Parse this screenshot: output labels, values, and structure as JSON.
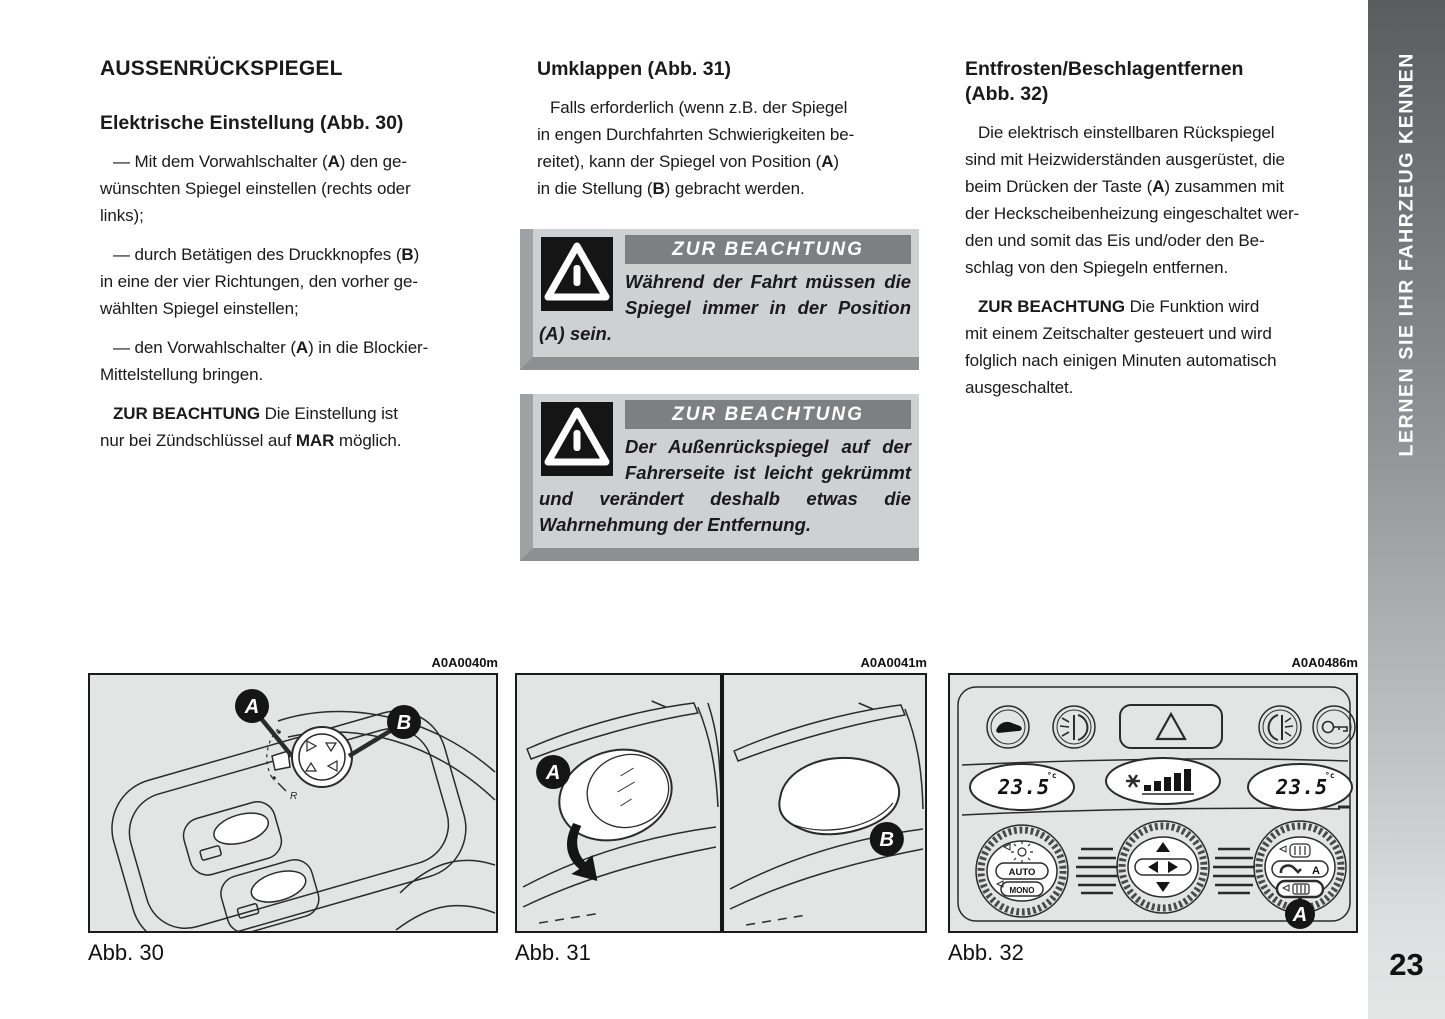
{
  "sidebar": {
    "label": "LERNEN SIE IHR FAHRZEUG KENNEN",
    "page_number": "23"
  },
  "columns": {
    "col1": {
      "title": "AUSSENRÜCKSPIEGEL",
      "subtitle": "Elektrische Einstellung (Abb. 30)",
      "p1": [
        {
          "t": "— Mit dem Vorwahlschalter ("
        },
        {
          "t": "A",
          "b": true
        },
        {
          "t": ") den ge-\nwünschten Spiegel einstellen (rechts oder\nlinks);"
        }
      ],
      "p2": [
        {
          "t": "— durch Betätigen des Druckknopfes ("
        },
        {
          "t": "B",
          "b": true
        },
        {
          "t": ")\nin eine der vier Richtungen, den vorher ge-\nwählten Spiegel einstellen;"
        }
      ],
      "p3": [
        {
          "t": "— den Vorwahlschalter ("
        },
        {
          "t": "A",
          "b": true
        },
        {
          "t": ") in die Blockier-\nMittelstellung bringen."
        }
      ],
      "p4": [
        {
          "t": "ZUR BEACHTUNG ",
          "b": true
        },
        {
          "t": "Die Einstellung ist\nnur bei Zündschlüssel auf "
        },
        {
          "t": "MAR",
          "b": true
        },
        {
          "t": " möglich."
        }
      ]
    },
    "col2": {
      "subtitle": "Umklappen (Abb. 31)",
      "p1": [
        {
          "t": "Falls erforderlich (wenn z.B. der Spiegel\nin engen Durchfahrten Schwierigkeiten be-\nreitet), kann der Spiegel von Position ("
        },
        {
          "t": "A",
          "b": true
        },
        {
          "t": ")\nin die Stellung ("
        },
        {
          "t": "B",
          "b": true
        },
        {
          "t": ") gebracht werden."
        }
      ],
      "warnings": [
        {
          "header": "ZUR BEACHTUNG",
          "text": "Während der Fahrt müssen die Spiegel immer in der Position (A) sein."
        },
        {
          "header": "ZUR BEACHTUNG",
          "text": "Der Außenrückspiegel auf der Fahrerseite ist leicht gekrümmt und verändert deshalb etwas die Wahrnehmung der Entfernung."
        }
      ]
    },
    "col3": {
      "subtitle": "Entfrosten/Beschlagentfernen\n(Abb. 32)",
      "p1": [
        {
          "t": "Die elektrisch einstellbaren Rückspiegel\nsind mit Heizwiderständen ausgerüstet, die\nbeim Drücken der Taste ("
        },
        {
          "t": "A",
          "b": true
        },
        {
          "t": ") zusammen mit\nder Heckscheibenheizung eingeschaltet wer-\nden und somit das Eis und/oder den Be-\nschlag von den Spiegeln entfernen."
        }
      ],
      "p2": [
        {
          "t": "ZUR BEACHTUNG ",
          "b": true
        },
        {
          "t": "Die Funktion wird\nmit einem Zeitschalter gesteuert und wird\nfolglich nach einigen Minuten automatisch\nausgeschaltet."
        }
      ]
    }
  },
  "figures": [
    {
      "code": "A0A0040m",
      "caption": "Abb. 30",
      "callouts": [
        "A",
        "B"
      ],
      "knob_mark": "R"
    },
    {
      "code": "A0A0041m",
      "caption": "Abb. 31",
      "callouts": [
        "A",
        "B"
      ]
    },
    {
      "code": "A0A0486m",
      "caption": "Abb. 32",
      "callouts": [
        "A"
      ],
      "displays": {
        "left_temp": "23.5",
        "right_temp": "23.5",
        "degree": "°c"
      },
      "knob_labels": {
        "auto": "AUTO",
        "mono": "MONO",
        "mirror_a": "A"
      }
    }
  ],
  "colors": {
    "sidebar_top": "#595d5f",
    "sidebar_bottom": "#e4e6e6",
    "warning_header": "#7d8082",
    "warning_body": "#ced1d2",
    "warning_bevel_left": "#9fa2a4",
    "warning_bevel_bottom": "#8d9092",
    "figure_background": "#e3e4e4",
    "text": "#1a1a1a"
  }
}
